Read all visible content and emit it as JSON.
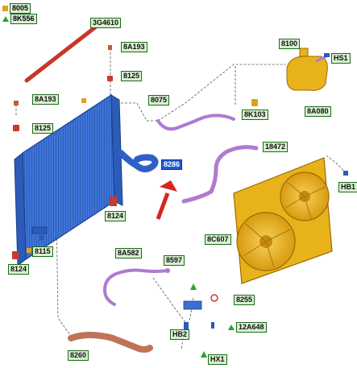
{
  "legend": [
    {
      "symbol": "orange-square",
      "label": "8005"
    },
    {
      "symbol": "green-triangle",
      "label": "8K556"
    }
  ],
  "callouts": {
    "hose_top_rod": "3G4610",
    "fitting_top_1": "8A193",
    "valve_top_1": "8125",
    "fitting_left_top": "8A193",
    "valve_left_top": "8125",
    "hose_center": "8075",
    "sensor_center": "8K103",
    "reservoir": "8100",
    "reservoir_hose": "HS1",
    "reservoir_cap": "8A080",
    "upper_hose_right": "18472",
    "highlighted_part": "8286",
    "clip_right": "HB1",
    "valve_bottom_center": "8124",
    "fan_shroud": "8C607",
    "plug_bottom_left": "8115",
    "valve_bottom_left": "8124",
    "hose_lower_left": "8A582",
    "hose_end_small": "8597",
    "bracket_lower": "8255",
    "clip_lower": "HB2",
    "pipe_lower_right": "12A648",
    "clip_bottom": "HX1",
    "lower_hose": "8260"
  },
  "colors": {
    "callout_fill": "#d8f0d0",
    "callout_border": "#1d6a1d",
    "highlight_fill": "#1f5bd6",
    "radiator": "#3a6fd4",
    "fan_shroud": "#e8b21a",
    "hose": "#b07ad0",
    "lower_hose": "#c0735a",
    "rod": "#c8362a",
    "arrow": "#d4261c"
  }
}
